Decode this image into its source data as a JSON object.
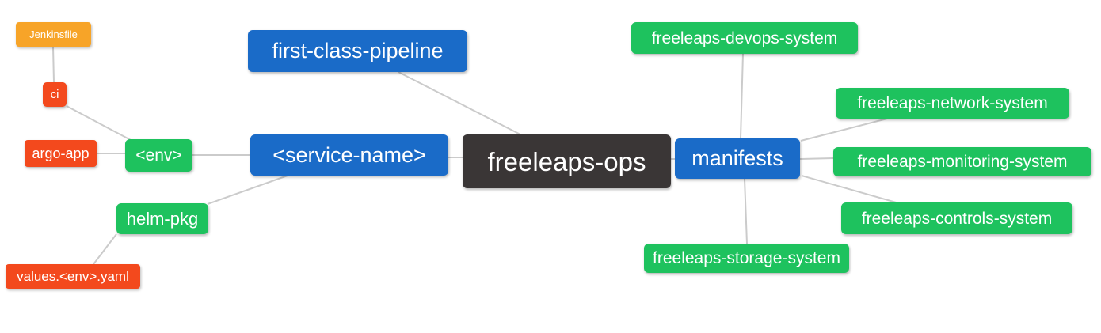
{
  "palette": {
    "orange": "#F7A428",
    "red": "#F3491D",
    "green": "#1EC25E",
    "blue": "#1A6BC8",
    "dark": "#3A3636",
    "line": "#CBCBCB",
    "background": "#FFFFFF",
    "text": "#FFFFFF"
  },
  "nodes": {
    "root": {
      "label": "freeleaps-ops",
      "color": "dark"
    },
    "first_class_pipeline": {
      "label": "first-class-pipeline",
      "color": "blue"
    },
    "service_name": {
      "label": "<service-name>",
      "color": "blue"
    },
    "manifests": {
      "label": "manifests",
      "color": "blue"
    },
    "env": {
      "label": "<env>",
      "color": "green"
    },
    "helm_pkg": {
      "label": "helm-pkg",
      "color": "green"
    },
    "jenkinsfile": {
      "label": "Jenkinsfile",
      "color": "orange"
    },
    "ci": {
      "label": "ci",
      "color": "red"
    },
    "argo_app": {
      "label": "argo-app",
      "color": "red"
    },
    "values_env_yaml": {
      "label": "values.<env>.yaml",
      "color": "red"
    },
    "devops_system": {
      "label": "freeleaps-devops-system",
      "color": "green"
    },
    "network_system": {
      "label": "freeleaps-network-system",
      "color": "green"
    },
    "monitoring_system": {
      "label": "freeleaps-monitoring-system",
      "color": "green"
    },
    "controls_system": {
      "label": "freeleaps-controls-system",
      "color": "green"
    },
    "storage_system": {
      "label": "freeleaps-storage-system",
      "color": "green"
    }
  },
  "edges": [
    {
      "from": "jenkinsfile",
      "to": "ci"
    },
    {
      "from": "ci",
      "to": "env"
    },
    {
      "from": "argo_app",
      "to": "env"
    },
    {
      "from": "env",
      "to": "service_name"
    },
    {
      "from": "service_name",
      "to": "helm_pkg"
    },
    {
      "from": "helm_pkg",
      "to": "values_env_yaml"
    },
    {
      "from": "first_class_pipeline",
      "to": "root"
    },
    {
      "from": "service_name",
      "to": "root"
    },
    {
      "from": "root",
      "to": "manifests"
    },
    {
      "from": "manifests",
      "to": "devops_system"
    },
    {
      "from": "manifests",
      "to": "network_system"
    },
    {
      "from": "manifests",
      "to": "monitoring_system"
    },
    {
      "from": "manifests",
      "to": "controls_system"
    },
    {
      "from": "manifests",
      "to": "storage_system"
    }
  ]
}
